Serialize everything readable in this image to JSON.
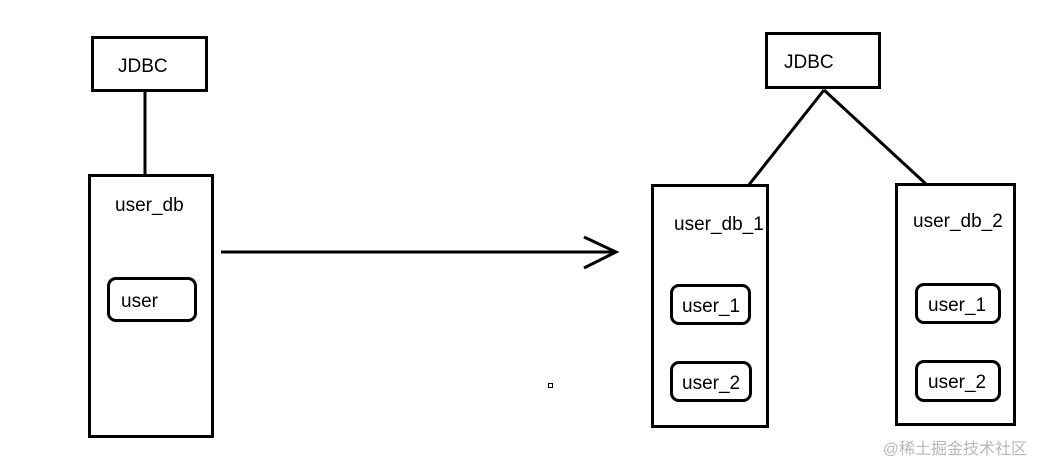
{
  "left": {
    "jdbc_label": "JDBC",
    "db_label": "user_db",
    "table_label": "user"
  },
  "right": {
    "jdbc_label": "JDBC",
    "db1_label": "user_db_1",
    "db1_tables": [
      "user_1",
      "user_2"
    ],
    "db2_label": "user_db_2",
    "db2_tables": [
      "user_1",
      "user_2"
    ]
  },
  "watermark": "@稀土掘金技术社区"
}
